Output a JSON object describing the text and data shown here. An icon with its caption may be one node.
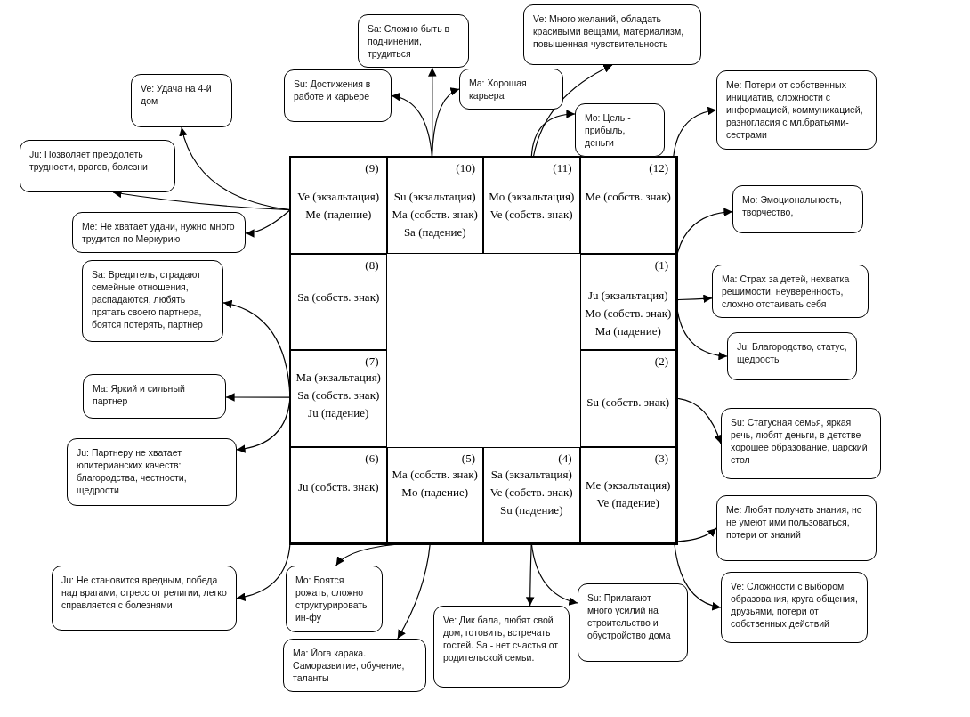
{
  "diagram": {
    "nodes": [
      {
        "text": [
          "(9)",
          "Ve (экзальтация)",
          "Me (падение)"
        ]
      },
      {
        "text": [
          "(10)",
          "Su (экзальтация)",
          "Ma (собств. знак)",
          "Sa (падение)"
        ]
      },
      {
        "text": [
          "(11)",
          "Mo (экзальтация)",
          "Ve (собств. знак)"
        ]
      },
      {
        "text": [
          "(12)",
          "Me (собств. знак)"
        ]
      },
      {
        "text": [
          "(8)",
          "Sa (собств. знак)"
        ]
      },
      {
        "text": [
          "(1)",
          "Ju (экзальтация)",
          "Mo (собств. знак)",
          "Ma (падение)"
        ]
      },
      {
        "text": [
          "(7)",
          "Ma (экзальтация)",
          "Sa (собств. знак)",
          "Ju (падение)"
        ]
      },
      {
        "text": [
          "(2)",
          "Su (собств. знак)"
        ]
      },
      {
        "text": [
          "(6)",
          "Ju (собств. знак)"
        ]
      },
      {
        "text": [
          "(5)",
          "Ma (собств. знак)",
          "Mo (падение)"
        ]
      },
      {
        "text": [
          "(4)",
          "Sa (экзальтация)",
          "Ve (собств. знак)",
          "Su (падение)"
        ]
      },
      {
        "text": [
          "(3)",
          "Me (экзальтация)",
          "Ve (падение)"
        ]
      },
      {
        "text": [
          "Ve: Удача на 4-й дом"
        ]
      },
      {
        "text": [
          "Ju: Позволяет преодолеть трудности, врагов, болезни"
        ]
      },
      {
        "text": [
          "Me: Не хватает удачи, нужно много трудится по Меркурию"
        ]
      },
      {
        "text": [
          "Su: Достижения в работе и карьере"
        ]
      },
      {
        "text": [
          "Sa: Сложно быть в подчинении, трудиться"
        ]
      },
      {
        "text": [
          "Ma: Хорошая карьера"
        ]
      },
      {
        "text": [
          "Ve: Много желаний, обладать красивыми вещами, материализм, повышенная чувствительность"
        ]
      },
      {
        "text": [
          "Mo: Цель - прибыль, деньги"
        ]
      },
      {
        "text": [
          "Me: Потери от собственных инициатив, сложности с информацией, коммуникацией, разногласия с мл.братьями-сестрами"
        ]
      },
      {
        "text": [
          "Mo: Эмоциональность, творчество,"
        ]
      },
      {
        "text": [
          "Sa: Вредитель, страдают семейные отношения, распадаются, любять прятать своего партнера, боятся потерять, партнер"
        ]
      },
      {
        "text": [
          "Ma: Яркий и сильный партнер"
        ]
      },
      {
        "text": [
          "Ju: Партнеру не хватает юпитерианских качеств: благородства, честности, щедрости"
        ]
      },
      {
        "text": [
          "Ma: Страх за детей, нехватка решимости, неуверенность, сложно отстаивать себя"
        ]
      },
      {
        "text": [
          "Ju: Благородство, статус, щедрость"
        ]
      },
      {
        "text": [
          "Su: Статусная семья, яркая речь, любят деньги, в детстве хорошее образование, царский стол"
        ]
      },
      {
        "text": [
          "Me: Любят получать знания, но не умеют ими пользоваться, потери от знаний"
        ]
      },
      {
        "text": [
          "Ve: Сложности с выбором образования, круга общения, друзьями, потери от собственных действий"
        ]
      },
      {
        "text": [
          "Ju: Не становится вредным, победа над врагами, стресс от религии, легко справляется с болезнями"
        ]
      },
      {
        "text": [
          "Mo: Боятся рожать, сложно структурировать ин-фу"
        ]
      },
      {
        "text": [
          "Ma: Йога карака. Саморазвитие, обучение, таланты"
        ]
      },
      {
        "text": [
          "Ve: Дик бала, любят свой дом, готовить, встречать гостей. Sa - нет счастья от родительской семьи."
        ]
      },
      {
        "text": [
          "Su: Прилагают много усилий на строительство и обустройство дома"
        ]
      }
    ],
    "edges": [
      {
        "from": 0,
        "to": 12,
        "arrow": "to"
      },
      {
        "from": 0,
        "to": 13,
        "arrow": "to"
      },
      {
        "from": 0,
        "to": 14,
        "arrow": "to"
      },
      {
        "from": 1,
        "to": 15,
        "arrow": "to"
      },
      {
        "from": 1,
        "to": 16,
        "arrow": "to"
      },
      {
        "from": 1,
        "to": 17,
        "arrow": "to"
      },
      {
        "from": 2,
        "to": 19,
        "arrow": "to"
      },
      {
        "from": 2,
        "to": 18,
        "arrow": "to"
      },
      {
        "from": 3,
        "to": 20,
        "arrow": "to"
      },
      {
        "from": 5,
        "to": 21,
        "arrow": "to"
      },
      {
        "from": 5,
        "to": 25,
        "arrow": "to"
      },
      {
        "from": 5,
        "to": 26,
        "arrow": "to"
      },
      {
        "from": 6,
        "to": 22,
        "arrow": "to"
      },
      {
        "from": 6,
        "to": 23,
        "arrow": "to"
      },
      {
        "from": 6,
        "to": 24,
        "arrow": "to"
      },
      {
        "from": 7,
        "to": 27,
        "arrow": "to"
      },
      {
        "from": 11,
        "to": 28,
        "arrow": "to"
      },
      {
        "from": 11,
        "to": 29,
        "arrow": "to"
      },
      {
        "from": 8,
        "to": 30,
        "arrow": "to"
      },
      {
        "from": 9,
        "to": 31,
        "arrow": "to"
      },
      {
        "from": 9,
        "to": 32,
        "arrow": "to"
      },
      {
        "from": 10,
        "to": 33,
        "arrow": "to"
      },
      {
        "from": 10,
        "to": 34,
        "arrow": "to"
      }
    ]
  }
}
